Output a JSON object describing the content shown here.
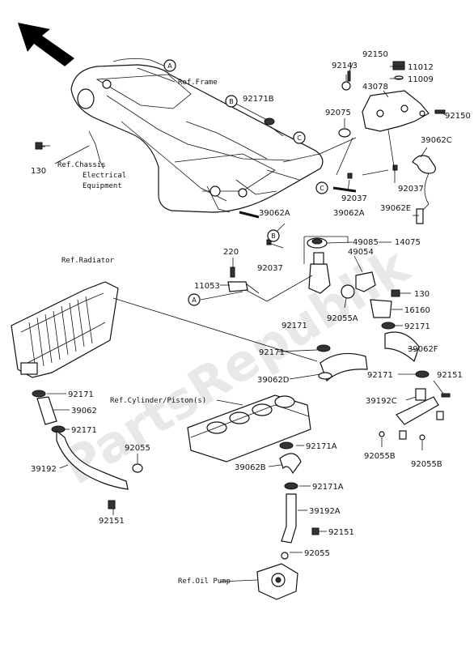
{
  "watermark": "PartsRepublik",
  "references": {
    "frame": "Ref.Frame",
    "chassis_line1": "Ref.Chassis",
    "chassis_line2": "Electrical",
    "chassis_line3": "Equipment",
    "radiator": "Ref.Radiator",
    "cylinder": "Ref.Cylinder/Piston(s)",
    "oil_pump": "Ref.Oil Pump"
  },
  "circle_markers": {
    "a": "A",
    "b": "B",
    "c": "C"
  },
  "part_numbers": {
    "p92150_top": "92150",
    "p92143": "92143",
    "p11012": "11012",
    "p11009": "11009",
    "p43078": "43078",
    "p92150_right": "92150",
    "p92171B": "92171B",
    "p92075": "92075",
    "p130_left": "130",
    "p39062C": "39062C",
    "p92037_right": "92037",
    "p92037_mid": "92037",
    "p39062A_top": "39062A",
    "p39062E": "39062E",
    "p39062A_mid": "39062A",
    "p49085": "49085",
    "p14075": "14075",
    "p220": "220",
    "p92037_low": "92037",
    "p11053": "11053",
    "p49054": "49054",
    "p92055A": "92055A",
    "p130_right": "130",
    "p16160": "16160",
    "p92171_a": "92171",
    "p92171_b": "92171",
    "p92171_c": "92171",
    "p39062F": "39062F",
    "p39062D": "39062D",
    "p92171_d": "92171",
    "p92151_right": "92151",
    "p39192C": "39192C",
    "p92171_e": "92171",
    "p39062": "39062",
    "p92171_f": "92171",
    "p92055B_l": "92055B",
    "p92055B_r": "92055B",
    "p92055": "92055",
    "p92171A_top": "92171A",
    "p39062B": "39062B",
    "p39192": "39192",
    "p92171A_bot": "92171A",
    "p39192A": "39192A",
    "p92151_left": "92151",
    "p92151_mid": "92151",
    "p92055_low": "92055"
  }
}
